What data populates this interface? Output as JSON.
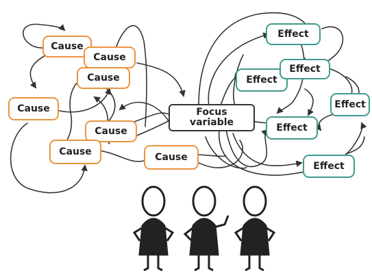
{
  "nodes": {
    "cause_1": "Cause",
    "cause_2": "Cause",
    "cause_3": "Cause",
    "cause_4": "Cause",
    "cause_5": "Cause",
    "cause_6": "Cause",
    "cause_7": "Cause",
    "focus_line1": "Focus",
    "focus_line2": "variable",
    "effect_1": "Effect",
    "effect_2": "Effect",
    "effect_3": "Effect",
    "effect_4": "Effect",
    "effect_5": "Effect",
    "effect_6": "Effect"
  },
  "colors": {
    "cause_border": "#e8943f",
    "effect_border": "#3f9a8e",
    "line": "#333333",
    "figure": "#222222"
  }
}
